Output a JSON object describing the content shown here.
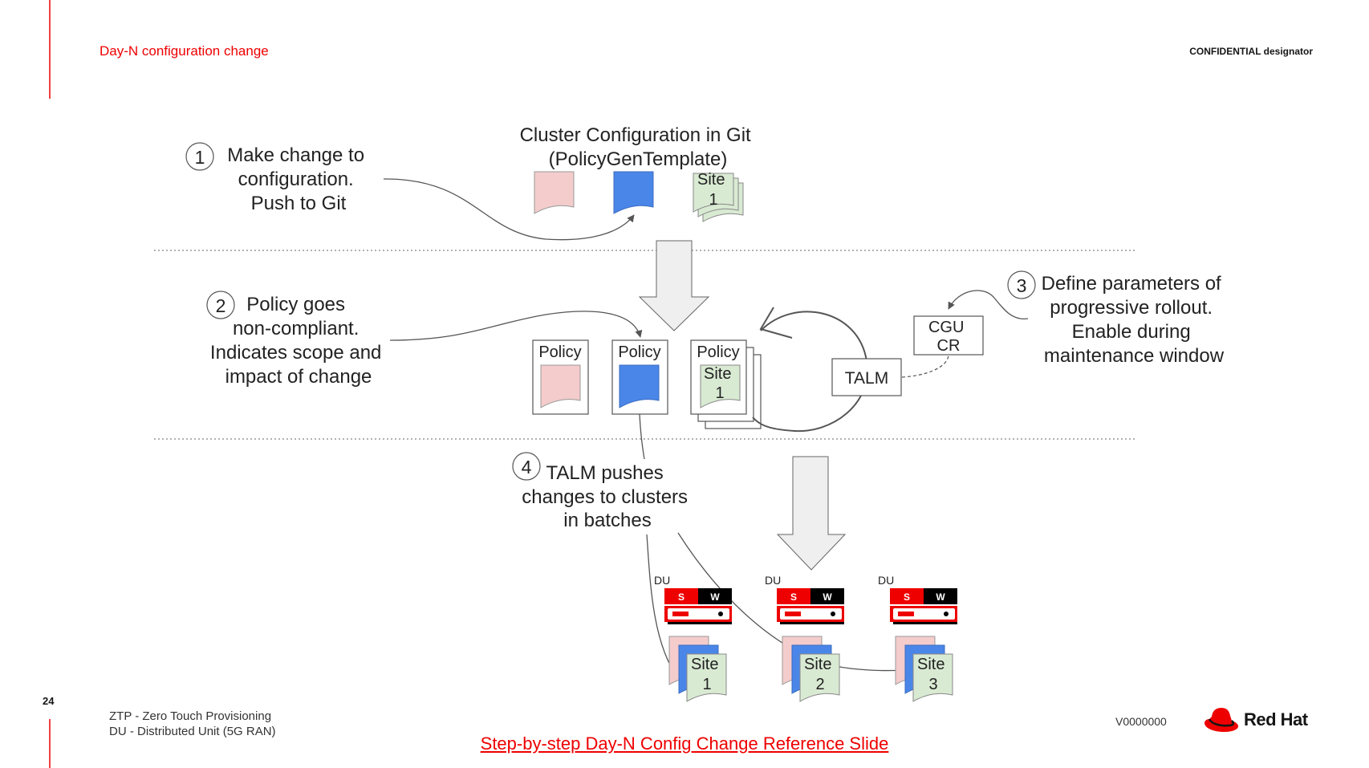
{
  "header": {
    "title": "Day-N configuration change",
    "confidential": "CONFIDENTIAL designator"
  },
  "steps": [
    {
      "num": "1",
      "lines": [
        "Make change to",
        "configuration.",
        "Push to Git"
      ]
    },
    {
      "num": "2",
      "lines": [
        "Policy goes",
        "non-compliant.",
        "Indicates scope and",
        "impact of change"
      ]
    },
    {
      "num": "3",
      "lines": [
        "Define parameters of",
        "progressive rollout.",
        "Enable during",
        "maintenance window"
      ]
    },
    {
      "num": "4",
      "lines": [
        "TALM pushes",
        "changes to clusters",
        "in batches"
      ]
    }
  ],
  "git": {
    "title_lines": [
      "Cluster Configuration in Git",
      "(PolicyGenTemplate)"
    ],
    "site_label": [
      "Site",
      "1"
    ]
  },
  "policies": {
    "label": "Policy",
    "site_label": [
      "Site",
      "1"
    ]
  },
  "talm": {
    "label": "TALM"
  },
  "cgu": {
    "lines": [
      "CGU",
      "CR"
    ]
  },
  "servers": [
    {
      "du_label": "DU",
      "s": "S",
      "w": "W",
      "site": [
        "Site",
        "1"
      ]
    },
    {
      "du_label": "DU",
      "s": "S",
      "w": "W",
      "site": [
        "Site",
        "2"
      ]
    },
    {
      "du_label": "DU",
      "s": "S",
      "w": "W",
      "site": [
        "Site",
        "3"
      ]
    }
  ],
  "footer": {
    "page_number": "24",
    "footnotes": [
      "ZTP - Zero Touch Provisioning",
      "DU - Distributed Unit (5G RAN)"
    ],
    "version": "V0000000",
    "link": "Step-by-step Day-N Config Change Reference Slide",
    "logo_text": "Red Hat"
  },
  "colors": {
    "brand_red": "#ee0000",
    "doc_pink": "#f4cccc",
    "doc_blue": "#4a86e8",
    "doc_green": "#d9ead3",
    "arrow_gray": "#efefef"
  }
}
